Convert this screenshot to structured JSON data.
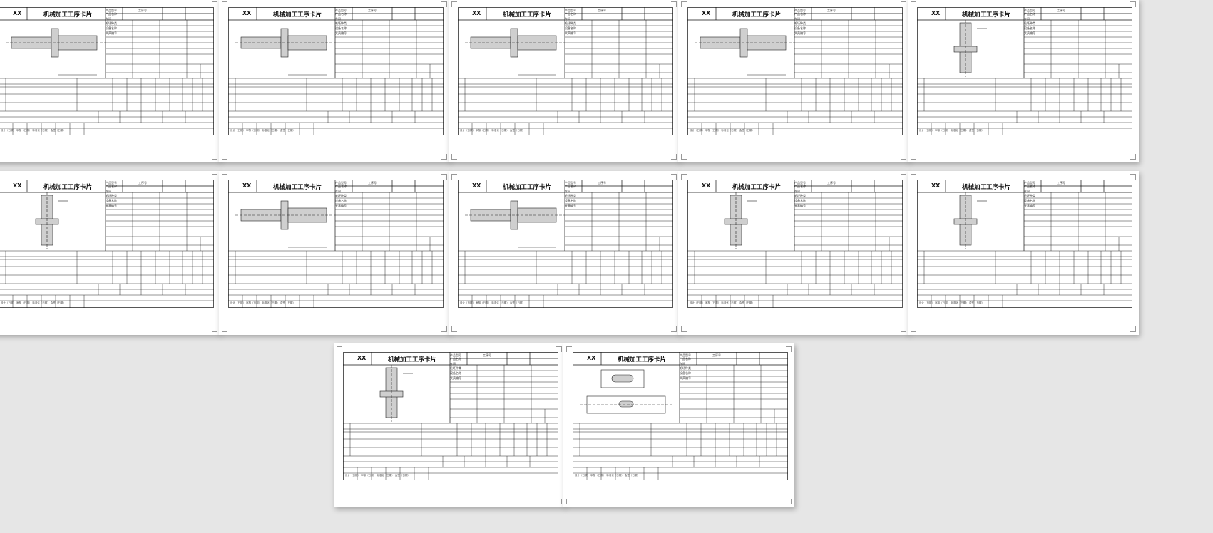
{
  "document": {
    "layout": "page-grid",
    "pages": [
      {
        "product_id": "XX",
        "title": "机械加工工序卡片",
        "header_labels": [
          "产品型号",
          "产品名称"
        ],
        "info_labels": [
          "车间",
          "毛坯种类",
          "设备名称",
          "夹具编号"
        ],
        "seq_label": "工序号",
        "footer": "设计（日期）  审核（日期）  标准化（日期）  会签（日期）"
      },
      {
        "product_id": "XX",
        "title": "机械加工工序卡片",
        "header_labels": [
          "产品型号",
          "产品名称"
        ],
        "info_labels": [
          "车间",
          "毛坯种类",
          "设备名称",
          "夹具编号"
        ],
        "seq_label": "工序号",
        "footer": "设计（日期）  审核（日期）  标准化（日期）  会签（日期）"
      },
      {
        "product_id": "XX",
        "title": "机械加工工序卡片",
        "header_labels": [
          "产品型号",
          "产品名称"
        ],
        "info_labels": [
          "车间",
          "毛坯种类",
          "设备名称",
          "夹具编号"
        ],
        "seq_label": "工序号",
        "footer": "设计（日期）  审核（日期）  标准化（日期）  会签（日期）"
      },
      {
        "product_id": "XX",
        "title": "机械加工工序卡片",
        "header_labels": [
          "产品型号",
          "产品名称"
        ],
        "info_labels": [
          "车间",
          "毛坯种类",
          "设备名称",
          "夹具编号"
        ],
        "seq_label": "工序号",
        "footer": "设计（日期）  审核（日期）  标准化（日期）  会签（日期）"
      },
      {
        "product_id": "XX",
        "title": "机械加工工序卡片",
        "header_labels": [
          "产品型号",
          "产品名称"
        ],
        "info_labels": [
          "车间",
          "毛坯种类",
          "设备名称",
          "夹具编号"
        ],
        "seq_label": "工序号",
        "footer": "设计（日期）  审核（日期）  标准化（日期）  会签（日期）"
      },
      {
        "product_id": "XX",
        "title": "机械加工工序卡片",
        "header_labels": [
          "产品型号",
          "产品名称"
        ],
        "info_labels": [
          "车间",
          "毛坯种类",
          "设备名称",
          "夹具编号"
        ],
        "seq_label": "工序号",
        "footer": "设计（日期）  审核（日期）  标准化（日期）  会签（日期）"
      },
      {
        "product_id": "XX",
        "title": "机械加工工序卡片",
        "header_labels": [
          "产品型号",
          "产品名称"
        ],
        "info_labels": [
          "车间",
          "毛坯种类",
          "设备名称",
          "夹具编号"
        ],
        "seq_label": "工序号",
        "footer": "设计（日期）  审核（日期）  标准化（日期）  会签（日期）"
      },
      {
        "product_id": "XX",
        "title": "机械加工工序卡片",
        "header_labels": [
          "产品型号",
          "产品名称"
        ],
        "info_labels": [
          "车间",
          "毛坯种类",
          "设备名称",
          "夹具编号"
        ],
        "seq_label": "工序号",
        "footer": "设计（日期）  审核（日期）  标准化（日期）  会签（日期）"
      },
      {
        "product_id": "XX",
        "title": "机械加工工序卡片",
        "header_labels": [
          "产品型号",
          "产品名称"
        ],
        "info_labels": [
          "车间",
          "毛坯种类",
          "设备名称",
          "夹具编号"
        ],
        "seq_label": "工序号",
        "footer": "设计（日期）  审核（日期）  标准化（日期）  会签（日期）"
      },
      {
        "product_id": "XX",
        "title": "机械加工工序卡片",
        "header_labels": [
          "产品型号",
          "产品名称"
        ],
        "info_labels": [
          "车间",
          "毛坯种类",
          "设备名称",
          "夹具编号"
        ],
        "seq_label": "工序号",
        "footer": "设计（日期）  审核（日期）  标准化（日期）  会签（日期）"
      },
      {
        "product_id": "XX",
        "title": "机械加工工序卡片",
        "header_labels": [
          "产品型号",
          "产品名称"
        ],
        "info_labels": [
          "车间",
          "毛坯种类",
          "设备名称",
          "夹具编号"
        ],
        "seq_label": "工序号",
        "footer": "设计（日期）  审核（日期）  标准化（日期）  会签（日期）"
      },
      {
        "product_id": "XX",
        "title": "机械加工工序卡片",
        "header_labels": [
          "产品型号",
          "产品名称"
        ],
        "info_labels": [
          "车间",
          "毛坯种类",
          "设备名称",
          "夹具编号"
        ],
        "seq_label": "工序号",
        "footer": "设计（日期）  审核（日期）  标准化（日期）  会签（日期）"
      }
    ]
  }
}
